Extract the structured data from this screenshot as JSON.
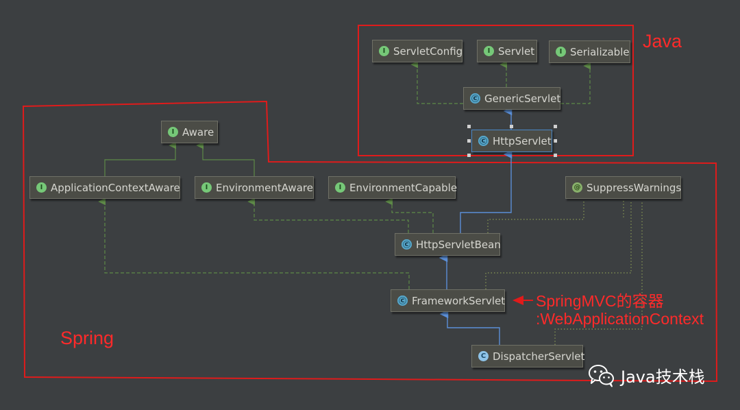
{
  "labels": {
    "java": "Java",
    "spring": "Spring",
    "annotation_line1": "SpringMVC的容器",
    "annotation_line2": ":WebApplicationContext",
    "watermark": "Java技术栈"
  },
  "nodes": {
    "servletconfig": {
      "kind": "interface",
      "badge": "I",
      "name": "ServletConfig"
    },
    "servlet": {
      "kind": "interface",
      "badge": "I",
      "name": "Servlet"
    },
    "serializable": {
      "kind": "interface",
      "badge": "I",
      "name": "Serializable"
    },
    "genericservlet": {
      "kind": "abstract-class",
      "badge": "c",
      "name": "GenericServlet"
    },
    "httpservlet": {
      "kind": "abstract-class",
      "badge": "c",
      "name": "HttpServlet"
    },
    "aware": {
      "kind": "interface",
      "badge": "I",
      "name": "Aware"
    },
    "applicationcontextaware": {
      "kind": "interface",
      "badge": "I",
      "name": "ApplicationContextAware"
    },
    "environmentaware": {
      "kind": "interface",
      "badge": "I",
      "name": "EnvironmentAware"
    },
    "environmentcapable": {
      "kind": "interface",
      "badge": "I",
      "name": "EnvironmentCapable"
    },
    "suppresswarnings": {
      "kind": "annotation",
      "badge": "@",
      "name": "SuppressWarnings"
    },
    "httpservletbean": {
      "kind": "abstract-class",
      "badge": "c",
      "name": "HttpServletBean"
    },
    "frameworkservlet": {
      "kind": "abstract-class",
      "badge": "c",
      "name": "FrameworkServlet"
    },
    "dispatcherservlet": {
      "kind": "class",
      "badge": "C",
      "name": "DispatcherServlet"
    }
  },
  "colors": {
    "background": "#3c3f41",
    "region_border": "#e01b1b",
    "label_red": "#ff2a2a",
    "interface_edge": "#5e8a48",
    "extends_edge": "#5b8fd8",
    "annotation_edge": "#8a9a55"
  },
  "edges": [
    {
      "from": "genericservlet",
      "to": "servletconfig",
      "type": "implements"
    },
    {
      "from": "genericservlet",
      "to": "servlet",
      "type": "implements"
    },
    {
      "from": "genericservlet",
      "to": "serializable",
      "type": "implements"
    },
    {
      "from": "httpservlet",
      "to": "genericservlet",
      "type": "extends"
    },
    {
      "from": "applicationcontextaware",
      "to": "aware",
      "type": "extends-interface"
    },
    {
      "from": "environmentaware",
      "to": "aware",
      "type": "extends-interface"
    },
    {
      "from": "httpservletbean",
      "to": "httpservlet",
      "type": "extends"
    },
    {
      "from": "httpservletbean",
      "to": "environmentaware",
      "type": "implements"
    },
    {
      "from": "httpservletbean",
      "to": "environmentcapable",
      "type": "implements"
    },
    {
      "from": "frameworkservlet",
      "to": "httpservletbean",
      "type": "extends"
    },
    {
      "from": "frameworkservlet",
      "to": "applicationcontextaware",
      "type": "implements"
    },
    {
      "from": "dispatcherservlet",
      "to": "frameworkservlet",
      "type": "extends"
    },
    {
      "from": "httpservletbean",
      "to": "suppresswarnings",
      "type": "annotated"
    },
    {
      "from": "frameworkservlet",
      "to": "suppresswarnings",
      "type": "annotated"
    },
    {
      "from": "dispatcherservlet",
      "to": "suppresswarnings",
      "type": "annotated"
    }
  ]
}
